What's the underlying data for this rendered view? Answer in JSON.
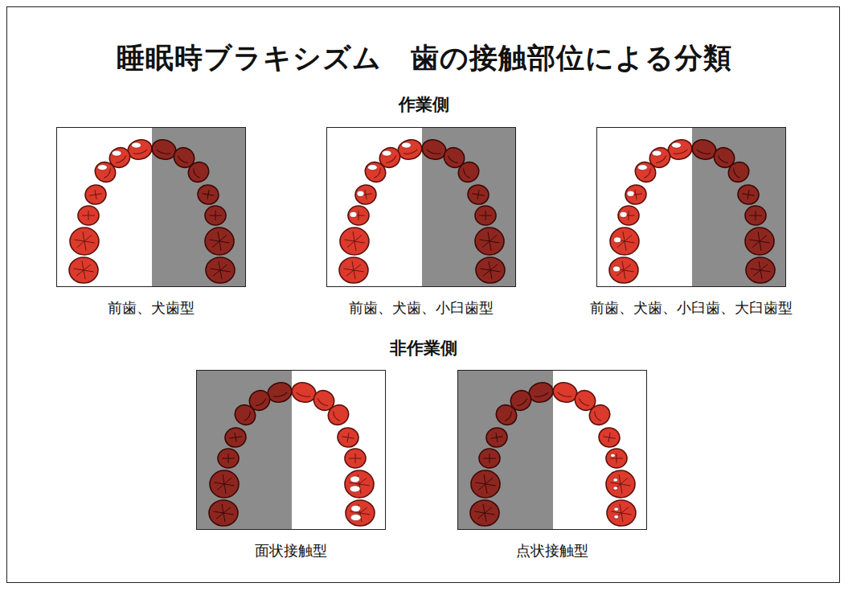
{
  "diagram": {
    "title": "睡眠時ブラキシズム　歯の接触部位による分類",
    "nodes": [
      {
        "text": [
          "前歯、犬歯型"
        ]
      },
      {
        "text": [
          "前歯、犬歯、小臼歯型"
        ]
      },
      {
        "text": [
          "前歯、犬歯、小臼歯、大臼歯型"
        ]
      },
      {
        "text": [
          "面状接触型"
        ]
      },
      {
        "text": [
          "点状接触型"
        ]
      }
    ],
    "labels": [
      "作業側",
      "非作業側"
    ]
  }
}
